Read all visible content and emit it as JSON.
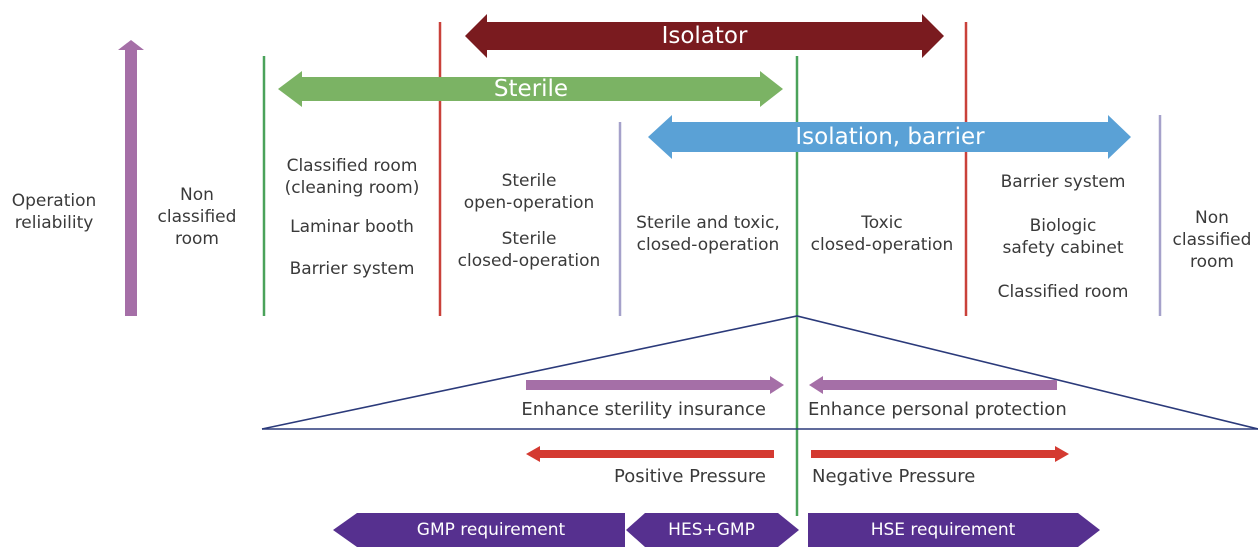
{
  "colors": {
    "isolator": "#7a1b1f",
    "sterile": "#7bb364",
    "isolation_barrier": "#5aa1d6",
    "reliability": "#a56fa7",
    "sterility_arrow": "#a56fa7",
    "pressure_arrow": "#d43a31",
    "requirement": "#56308f",
    "green_line": "#4aa25a",
    "red_line": "#c9413a",
    "lavender_line": "#a5a1ca",
    "triangle": "#2b3a7a"
  },
  "top_arrows": {
    "isolator": "Isolator",
    "sterile": "Sterile",
    "isolation_barrier": "Isolation, barrier"
  },
  "left_axis": {
    "label_line1": "Operation",
    "label_line2": "reliability"
  },
  "columns": {
    "non_classified_left": [
      "Non",
      "classified",
      "room"
    ],
    "classified_room_left": {
      "line1": "Classified room",
      "line2": "(cleaning room)",
      "laminar": "Laminar booth",
      "barrier": "Barrier system"
    },
    "sterile_ops": {
      "open1": "Sterile",
      "open2": "open-operation",
      "closed1": "Sterile",
      "closed2": "closed-operation"
    },
    "sterile_toxic": [
      "Sterile and toxic,",
      "closed-operation"
    ],
    "toxic": [
      "Toxic",
      "closed-operation"
    ],
    "right_group": {
      "barrier": "Barrier system",
      "biologic1": "Biologic",
      "biologic2": "safety cabinet",
      "classified": "Classified room"
    },
    "non_classified_right": [
      "Non",
      "classified",
      "room"
    ]
  },
  "enhance": {
    "sterility": "Enhance sterility insurance",
    "personal": "Enhance personal protection"
  },
  "pressure": {
    "positive": "Positive Pressure",
    "negative": "Negative Pressure"
  },
  "requirements": {
    "gmp": "GMP requirement",
    "hes_gmp": "HES+GMP",
    "hse": "HSE requirement"
  }
}
